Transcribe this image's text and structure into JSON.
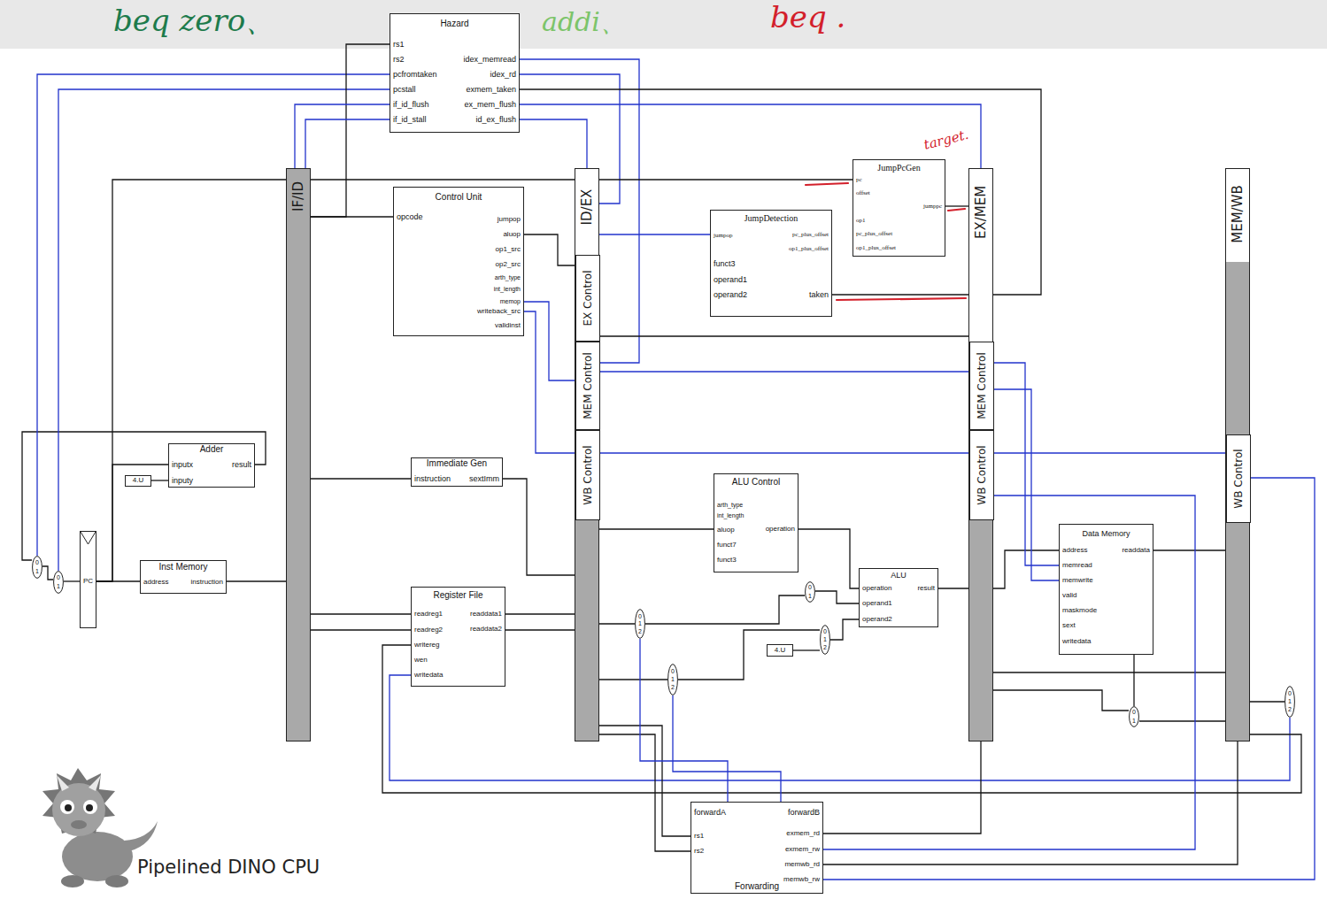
{
  "diagram": {
    "caption": "Pipelined DINO CPU",
    "nodes": [
      {
        "text": [
          "Hazard",
          "rs1",
          "rs2",
          "pcfromtaken",
          "pcstall",
          "if_id_flush",
          "if_id_stall",
          "idex_memread",
          "idex_rd",
          "exmem_taken",
          "ex_mem_flush",
          "id_ex_flush"
        ]
      },
      {
        "text": [
          "IF/ID"
        ]
      },
      {
        "text": [
          "Control Unit",
          "opcode",
          "jumpop",
          "aluop",
          "op1_src",
          "op2_src",
          "arth_type",
          "int_length",
          "memop",
          "writeback_src",
          "validinst"
        ]
      },
      {
        "text": [
          "ID/EX"
        ]
      },
      {
        "text": [
          "EX Control"
        ],
        "in": 3
      },
      {
        "text": [
          "MEM Control"
        ],
        "in": 3
      },
      {
        "text": [
          "WB Control"
        ],
        "in": 3
      },
      {
        "text": [
          "JumpPcGen",
          "pc",
          "offset",
          "op1",
          "pc_plus_offset",
          "op1_plus_offset",
          "jumppc"
        ]
      },
      {
        "text": [
          "JumpDetection",
          "jumpop",
          "pc_plus_offset",
          "op1_plus_offset",
          "funct3",
          "operand1",
          "operand2",
          "taken"
        ]
      },
      {
        "text": [
          "EX/MEM"
        ]
      },
      {
        "text": [
          "MEM Control"
        ],
        "in": 9
      },
      {
        "text": [
          "WB Control"
        ],
        "in": 9
      },
      {
        "text": [
          "MEM/WB"
        ]
      },
      {
        "text": [
          "WB Control"
        ],
        "in": 12
      },
      {
        "text": [
          "Adder",
          "inputx",
          "inputy",
          "result"
        ]
      },
      {
        "text": [
          "4.U"
        ]
      },
      {
        "text": [
          "Immediate Gen",
          "instruction",
          "sextImm"
        ]
      },
      {
        "text": [
          "ALU Control",
          "arth_type",
          "int_length",
          "aluop",
          "funct7",
          "funct3",
          "operation"
        ]
      },
      {
        "text": [
          "0",
          "1"
        ]
      },
      {
        "text": [
          "0",
          "1"
        ]
      },
      {
        "text": [
          "PC"
        ]
      },
      {
        "text": [
          "Inst Memory",
          "address",
          "instruction"
        ]
      },
      {
        "text": [
          "Data Memory",
          "address",
          "memread",
          "memwrite",
          "valid",
          "maskmode",
          "sext",
          "writedata",
          "readdata"
        ]
      },
      {
        "text": [
          "ALU",
          "operation",
          "operand1",
          "operand2",
          "result"
        ]
      },
      {
        "text": [
          "Register File",
          "readreg1",
          "readreg2",
          "writereg",
          "wen",
          "writedata",
          "readdata1",
          "readdata2"
        ]
      },
      {
        "text": [
          "0",
          "1",
          "2"
        ]
      },
      {
        "text": [
          "0",
          "1"
        ]
      },
      {
        "text": [
          "0",
          "1",
          "2"
        ]
      },
      {
        "text": [
          "4.U"
        ]
      },
      {
        "text": [
          "0",
          "1",
          "2"
        ]
      },
      {
        "text": [
          "0",
          "1",
          "2"
        ]
      },
      {
        "text": [
          "0",
          "1"
        ]
      },
      {
        "text": [
          "forwardA",
          "forwardB",
          "rs1",
          "rs2",
          "exmem_rd",
          "exmem_rw",
          "memwb_rd",
          "memwb_rw",
          "Forwarding"
        ]
      }
    ],
    "edges": [
      {
        "from": 15,
        "to": 14,
        "arrow": "none"
      },
      {
        "from": 14,
        "to": 18,
        "arrow": "none"
      },
      {
        "from": 0,
        "to": 18,
        "arrow": "none"
      },
      {
        "from": 0,
        "to": 19,
        "arrow": "none"
      },
      {
        "from": 18,
        "to": 19,
        "arrow": "none"
      },
      {
        "from": 19,
        "to": 20,
        "arrow": "none"
      },
      {
        "from": 20,
        "to": 21,
        "arrow": "none"
      },
      {
        "from": 21,
        "to": 1,
        "arrow": "none"
      },
      {
        "from": 20,
        "to": 14,
        "arrow": "none"
      },
      {
        "from": 20,
        "to": 1,
        "arrow": "none"
      },
      {
        "from": 1,
        "to": 2,
        "arrow": "none"
      },
      {
        "from": 1,
        "to": 16,
        "arrow": "none"
      },
      {
        "from": 1,
        "to": 24,
        "arrow": "none"
      },
      {
        "from": 1,
        "to": 24,
        "arrow": "none"
      },
      {
        "from": 1,
        "to": 0,
        "arrow": "none"
      },
      {
        "from": 0,
        "to": 1,
        "arrow": "none"
      },
      {
        "from": 0,
        "to": 1,
        "arrow": "none"
      },
      {
        "from": 0,
        "to": 3,
        "arrow": "none"
      },
      {
        "from": 3,
        "to": 0,
        "arrow": "none"
      },
      {
        "from": 5,
        "to": 0,
        "arrow": "none"
      },
      {
        "from": 9,
        "to": 0,
        "arrow": "none"
      },
      {
        "from": 0,
        "to": 9,
        "arrow": "none"
      },
      {
        "from": 1,
        "to": 3,
        "arrow": "none"
      },
      {
        "from": 2,
        "to": 4,
        "arrow": "none"
      },
      {
        "from": 2,
        "to": 5,
        "arrow": "none"
      },
      {
        "from": 2,
        "to": 6,
        "arrow": "none"
      },
      {
        "from": 16,
        "to": 3,
        "arrow": "none"
      },
      {
        "from": 24,
        "to": 3,
        "arrow": "none"
      },
      {
        "from": 24,
        "to": 3,
        "arrow": "none"
      },
      {
        "from": 3,
        "to": 25,
        "arrow": "none"
      },
      {
        "from": 3,
        "to": 29,
        "arrow": "none"
      },
      {
        "from": 3,
        "to": 7,
        "arrow": "none"
      },
      {
        "from": 3,
        "to": 8,
        "arrow": "none"
      },
      {
        "from": 8,
        "to": 9,
        "arrow": "none"
      },
      {
        "from": 7,
        "to": 9,
        "arrow": "none"
      },
      {
        "from": 3,
        "to": 17,
        "arrow": "none"
      },
      {
        "from": 17,
        "to": 23,
        "arrow": "none"
      },
      {
        "from": 25,
        "to": 26,
        "arrow": "none"
      },
      {
        "from": 29,
        "to": 27,
        "arrow": "none"
      },
      {
        "from": 28,
        "to": 27,
        "arrow": "none"
      },
      {
        "from": 26,
        "to": 23,
        "arrow": "none"
      },
      {
        "from": 27,
        "to": 23,
        "arrow": "none"
      },
      {
        "from": 23,
        "to": 9,
        "arrow": "none"
      },
      {
        "from": 3,
        "to": 9,
        "arrow": "none"
      },
      {
        "from": 5,
        "to": 10,
        "arrow": "none"
      },
      {
        "from": 6,
        "to": 11,
        "arrow": "none"
      },
      {
        "from": 9,
        "to": 22,
        "arrow": "none"
      },
      {
        "from": 10,
        "to": 22,
        "arrow": "none"
      },
      {
        "from": 10,
        "to": 22,
        "arrow": "none"
      },
      {
        "from": 22,
        "to": 12,
        "arrow": "none"
      },
      {
        "from": 11,
        "to": 13,
        "arrow": "none"
      },
      {
        "from": 9,
        "to": 12,
        "arrow": "none"
      },
      {
        "from": 9,
        "to": 31,
        "arrow": "none"
      },
      {
        "from": 31,
        "to": 22,
        "arrow": "none"
      },
      {
        "from": 12,
        "to": 31,
        "arrow": "none"
      },
      {
        "from": 12,
        "to": 30,
        "arrow": "none"
      },
      {
        "from": 30,
        "to": 24,
        "arrow": "none"
      },
      {
        "from": 12,
        "to": 24,
        "arrow": "none"
      },
      {
        "from": 3,
        "to": 32,
        "arrow": "none"
      },
      {
        "from": 3,
        "to": 32,
        "arrow": "none"
      },
      {
        "from": 32,
        "to": 25,
        "arrow": "none"
      },
      {
        "from": 32,
        "to": 29,
        "arrow": "none"
      },
      {
        "from": 9,
        "to": 32,
        "arrow": "none"
      },
      {
        "from": 11,
        "to": 32,
        "arrow": "none"
      },
      {
        "from": 12,
        "to": 32,
        "arrow": "none"
      },
      {
        "from": 13,
        "to": 32,
        "arrow": "none"
      }
    ],
    "labels": [
      "beq zero、",
      "addi、",
      "beq .",
      "target."
    ]
  }
}
